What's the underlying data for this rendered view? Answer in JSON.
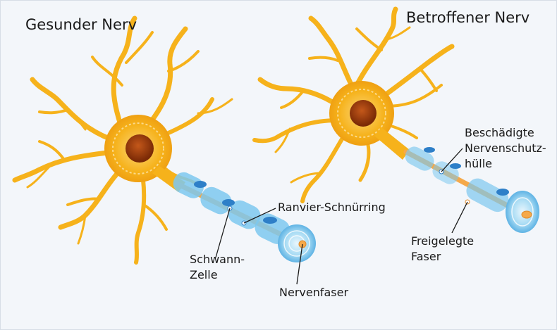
{
  "titles": {
    "healthy": "Gesunder Nerv",
    "affected": "Betroffener Nerv"
  },
  "labels": {
    "ranvier": "Ranvier-Schnürring",
    "schwann_line1": "Schwann-",
    "schwann_line2": "Zelle",
    "nervenfaser": "Nervenfaser",
    "damaged_line1": "Beschädigte",
    "damaged_line2": "Nervenschutz-",
    "damaged_line3": "hülle",
    "exposed_line1": "Freigelegte",
    "exposed_line2": "Faser"
  },
  "colors": {
    "neuron": "#f6b21b",
    "neuron_dark": "#e39a10",
    "nucleus": "#9e3c0c",
    "myelin": "#7cc8ee",
    "myelin_dark": "#3f9fd6",
    "schwann_nucleus": "#2e7fc8",
    "axon": "#f5a94a",
    "background": "#f3f6fa"
  }
}
